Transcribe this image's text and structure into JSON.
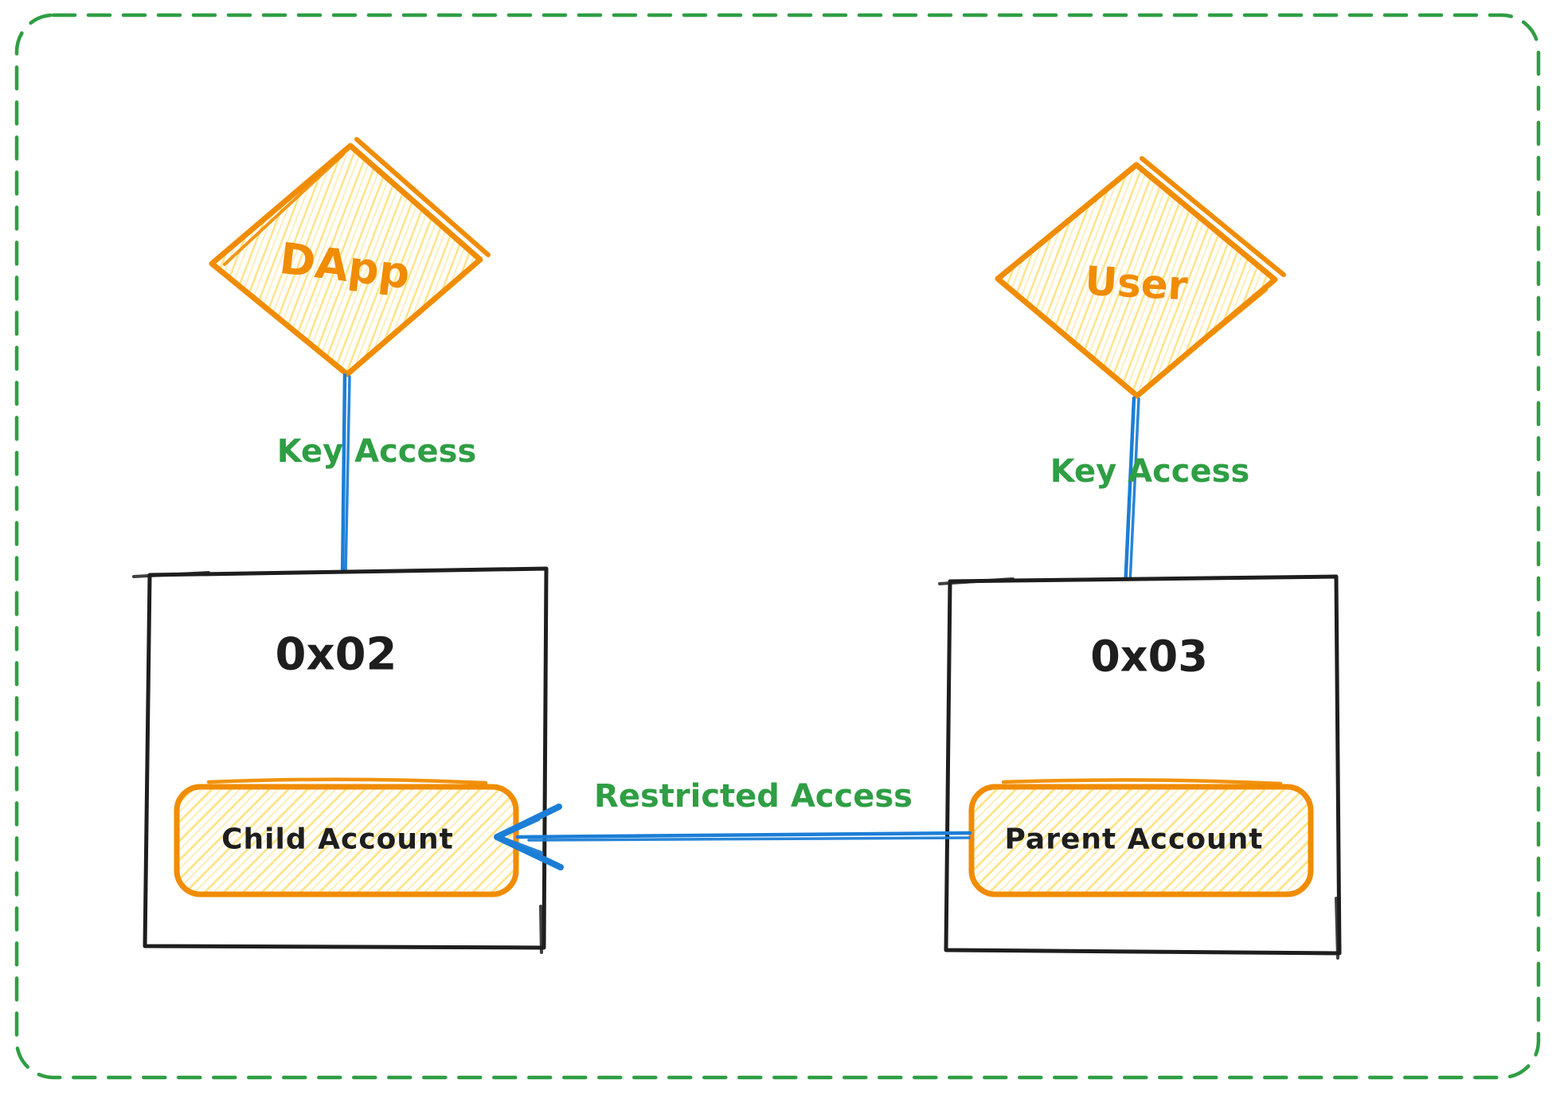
{
  "canvas": {
    "background": "#ffffff"
  },
  "palette": {
    "border_green": "#2f9e44",
    "label_green": "#2f9e44",
    "orange": "#f08c00",
    "hatch_yellow": "#ffd43b",
    "hatch_yellow_light": "#ffe9a8",
    "blue": "#1c7ed6",
    "ink": "#1e1e1e"
  },
  "nodes": {
    "dapp": {
      "label": "DApp"
    },
    "user": {
      "label": "User"
    },
    "left_box": {
      "title": "0x02",
      "account_label": "Child Account"
    },
    "right_box": {
      "title": "0x03",
      "account_label": "Parent Account"
    }
  },
  "edges": {
    "dapp_key": {
      "label": "Key Access"
    },
    "user_key": {
      "label": "Key Access"
    },
    "restricted": {
      "label": "Restricted Access"
    }
  }
}
